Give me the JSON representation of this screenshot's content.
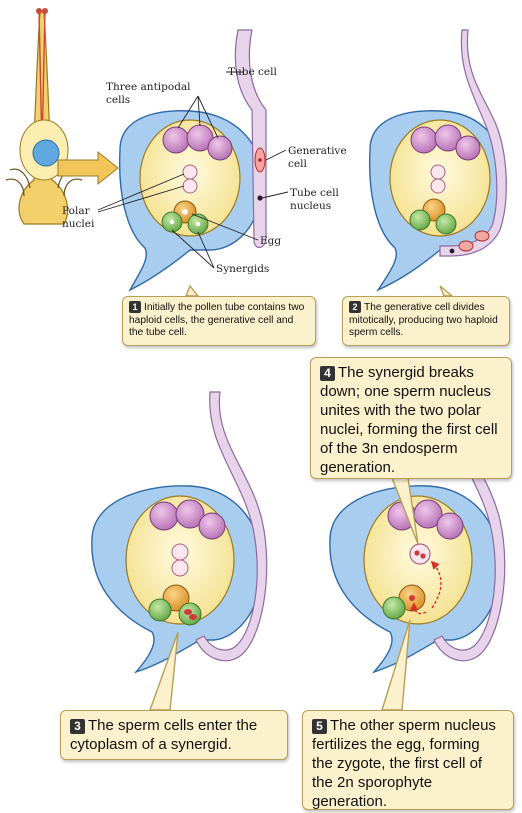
{
  "labels": {
    "tube_cell": "Tube cell",
    "three_antipodal_1": "Three antipodal",
    "three_antipodal_2": "cells",
    "generative_1": "Generative",
    "generative_2": "cell",
    "tube_nucleus_1": "Tube cell",
    "tube_nucleus_2": "nucleus",
    "polar_1": "Polar",
    "polar_2": "nuclei",
    "egg": "Egg",
    "synergids": "Synergids"
  },
  "steps": [
    {
      "number": "1",
      "text": "Initially the pollen tube contains two haploid cells, the generative cell and the tube cell."
    },
    {
      "number": "2",
      "text": "The generative cell divides mitotically, producing two haploid sperm cells."
    },
    {
      "number": "3",
      "text": "The sperm cells enter the cytoplasm of a synergid."
    },
    {
      "number": "4",
      "text": "The synergid breaks down; one sperm nucleus unites with the two polar nuclei, forming the first cell of the 3n endosperm generation."
    },
    {
      "number": "5",
      "text": "The other sperm nucleus fertilizes the egg, forming the zygote, the first cell of the 2n sporophyte generation."
    }
  ],
  "colors": {
    "integument": "#a9cdef",
    "sac": "#fbeeb0",
    "antipodal": "#c98bc7",
    "synergid": "#8ec56f",
    "egg": "#e6a13c",
    "tube": "#e7d4ea",
    "callout_bg": "#fbf1cc"
  }
}
